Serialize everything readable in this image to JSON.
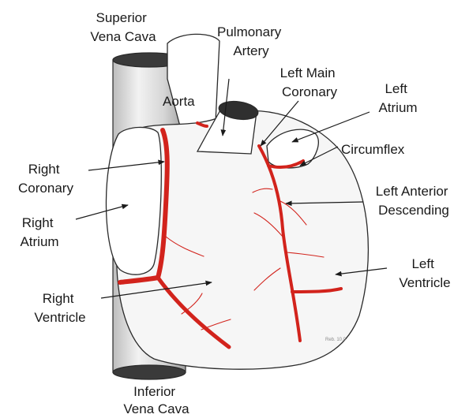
{
  "diagram": {
    "labels": {
      "superior_vena_cava": [
        "Superior",
        "Vena Cava"
      ],
      "pulmonary_artery": [
        "Pulmonary",
        "Artery"
      ],
      "aorta": [
        "Aorta"
      ],
      "left_main_coronary": [
        "Left Main",
        "Coronary"
      ],
      "left_atrium": [
        "Left",
        "Atrium"
      ],
      "circumflex": [
        "Circumflex"
      ],
      "right_coronary": [
        "Right",
        "Coronary"
      ],
      "left_anterior_descending": [
        "Left Anterior",
        "Descending"
      ],
      "right_atrium": [
        "Right",
        "Atrium"
      ],
      "left_ventricle": [
        "Left",
        "Ventricle"
      ],
      "right_ventricle": [
        "Right",
        "Ventricle"
      ],
      "inferior_vena_cava": [
        "Inferior",
        "Vena Cava"
      ]
    },
    "signature": "Reb. 10.0",
    "colors": {
      "artery": "#d2231c",
      "outline": "#2a2a2a",
      "vein": "#cfcfcf"
    }
  }
}
